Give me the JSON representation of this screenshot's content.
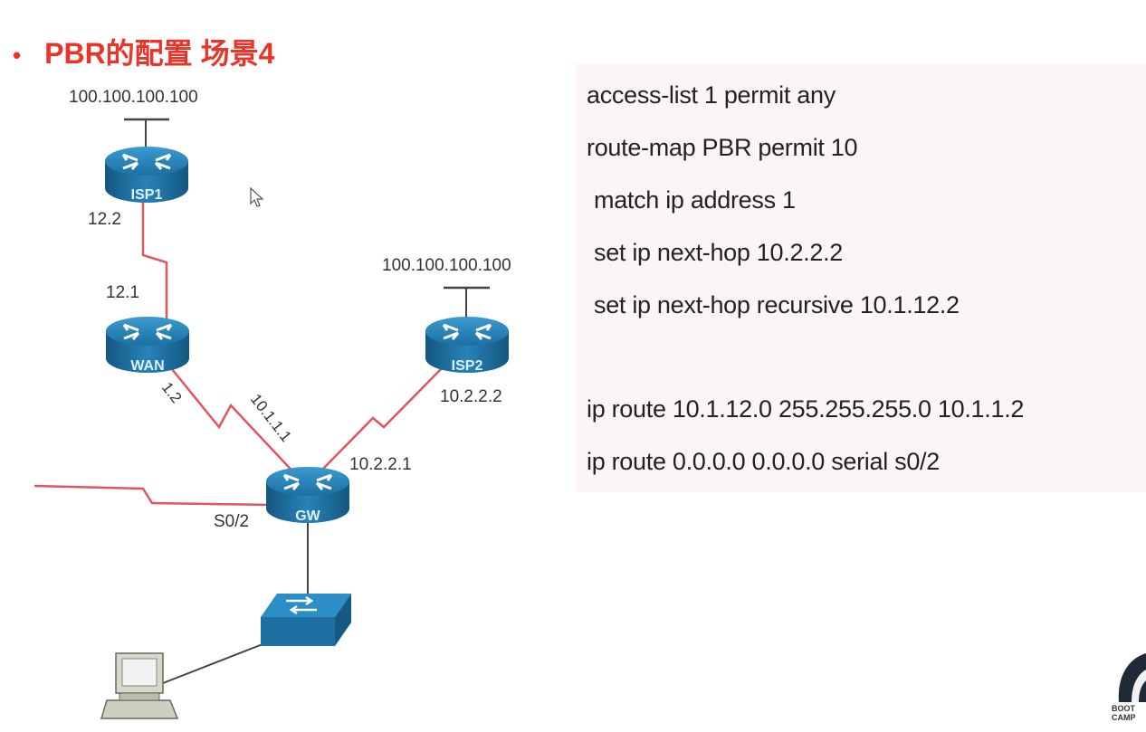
{
  "slide": {
    "bullet": "•",
    "title": "PBR的配置 场景4"
  },
  "diagram": {
    "devices": {
      "isp1": "ISP1",
      "wan": "WAN",
      "isp2": "ISP2",
      "gw": "GW"
    },
    "labels": {
      "isp1_loopback": "100.100.100.100",
      "isp2_loopback": "100.100.100.100",
      "isp1_serial": "12.2",
      "wan_serial": "12.1",
      "wan_gw_wan_side": "1.2",
      "wan_gw_gw_side": "10.1.1.1",
      "isp2_serial": "10.2.2.2",
      "gw_isp2_side": "10.2.2.1",
      "gw_s0_2": "S0/2"
    },
    "colors": {
      "router": "#1f7fb3",
      "serial_link": "#e05560",
      "ethernet_link": "#333333"
    }
  },
  "config": {
    "lines": [
      "access-list 1 permit any",
      "route-map PBR permit 10",
      " match ip address 1",
      " set ip next-hop 10.2.2.2",
      " set ip next-hop recursive  10.1.12.2",
      "ip route 10.1.12.0 255.255.255.0 10.1.1.2",
      "ip route 0.0.0.0 0.0.0.0 serial s0/2"
    ]
  },
  "logo": {
    "text": "BOOT\nCAMP"
  }
}
